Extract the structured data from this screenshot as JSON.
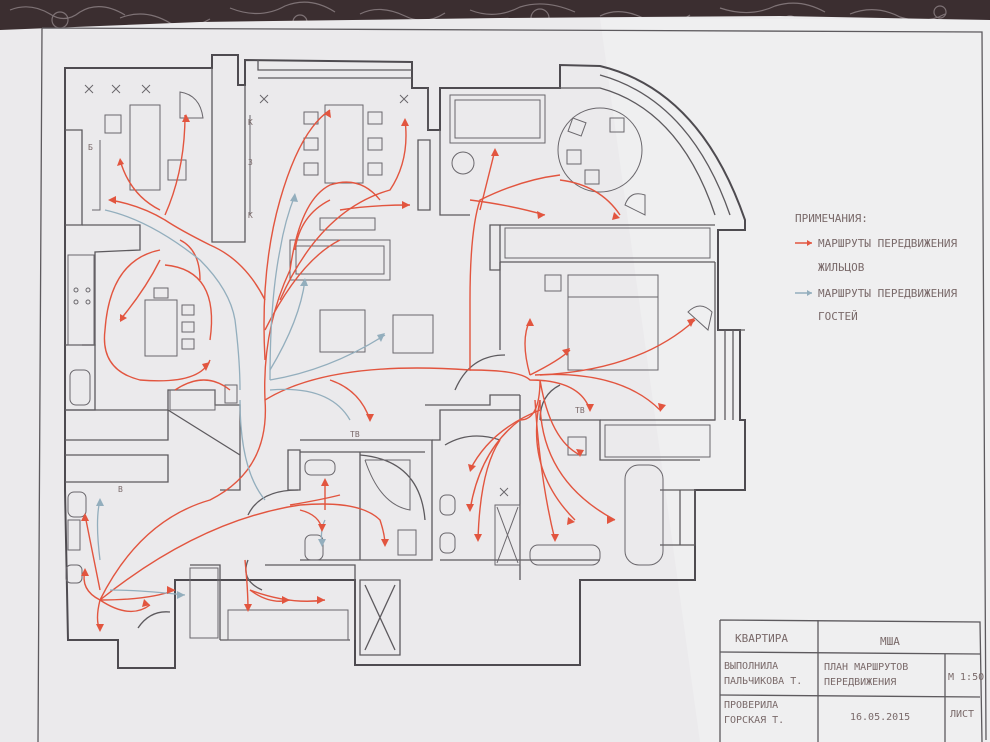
{
  "legend": {
    "title": "ПРИМЕЧАНИЯ:",
    "item_residents_1": "МАРШРУТЫ ПЕРЕДВИЖЕНИЯ",
    "item_residents_2": "ЖИЛЬЦОВ",
    "item_guests_1": "МАРШРУТЫ ПЕРЕДВИЖЕНИЯ",
    "item_guests_2": "ГОСТЕЙ",
    "residents_color": "#e2553f",
    "guests_color": "#93aebd"
  },
  "plan_labels": {
    "tv_1": "ТВ",
    "tv_2": "ТВ",
    "mark_b": "Б",
    "mark_k1": "К",
    "mark_z": "З",
    "mark_k2": "К",
    "mark_v": "В"
  },
  "title_block": {
    "kvartira": "КВАРТИРА",
    "msha": "МША",
    "vypolnila_1": "ВЫПОЛНИЛА",
    "vypolnila_2": "ПАЛЬЧИКОВА Т.",
    "plan_1": "ПЛАН МАРШРУТОВ",
    "plan_2": "ПЕРЕДВИЖЕНИЯ",
    "scale": "М 1:50",
    "proverila_1": "ПРОВЕРИЛА",
    "proverila_2": "ГОРСКАЯ Т.",
    "date": "16.05.2015",
    "sheet": "ЛИСТ"
  }
}
